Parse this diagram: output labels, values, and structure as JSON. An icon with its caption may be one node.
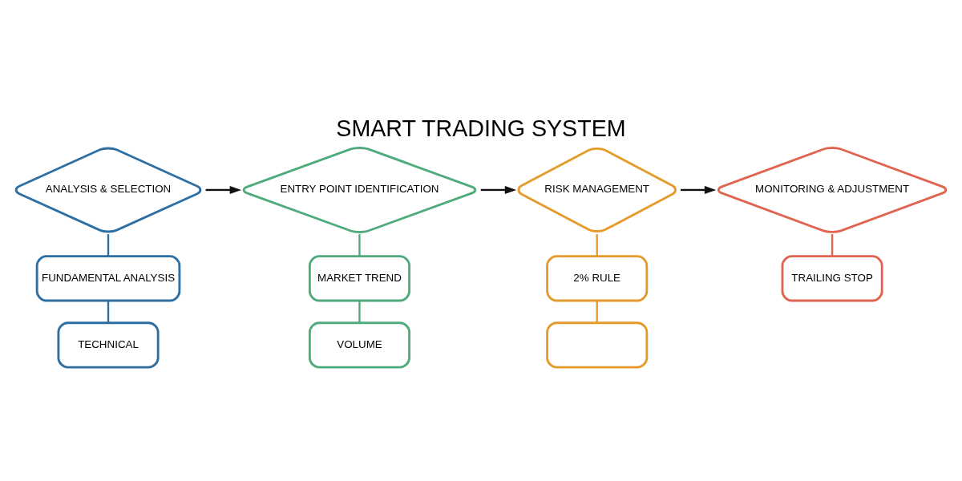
{
  "diagram": {
    "title": "SMART TRADING SYSTEM",
    "nodes": [
      {
        "text": [
          "ANALYSIS & SELECTION"
        ]
      },
      {
        "text": [
          "ENTRY POINT IDENTIFICATION"
        ]
      },
      {
        "text": [
          "RISK MANAGEMENT"
        ]
      },
      {
        "text": [
          "MONITORING & ADJUSTMENT"
        ]
      },
      {
        "text": [
          "FUNDAMENTAL ANALYSIS"
        ]
      },
      {
        "text": [
          "MARKET TREND"
        ]
      },
      {
        "text": [
          "2% RULE"
        ]
      },
      {
        "text": [
          "TRAILING STOP"
        ]
      },
      {
        "text": [
          "TECHNICAL"
        ]
      },
      {
        "text": [
          "VOLUME"
        ]
      },
      {
        "text": [],
        "shape": "box"
      }
    ],
    "edges": [
      {
        "from": 0,
        "to": 1,
        "arrow": "to"
      },
      {
        "from": 1,
        "to": 2,
        "arrow": "to"
      },
      {
        "from": 2,
        "to": 3,
        "arrow": "to"
      },
      {
        "from": 0,
        "to": 4,
        "arrow": "none",
        "color": "#2e6fa3"
      },
      {
        "from": 1,
        "to": 5,
        "arrow": "none",
        "color": "#4faa7c"
      },
      {
        "from": 2,
        "to": 6,
        "arrow": "none",
        "color": "#e59a2c"
      },
      {
        "from": 3,
        "to": 7,
        "arrow": "none",
        "color": "#e0644f"
      },
      {
        "from": 4,
        "to": 8,
        "arrow": "none",
        "color": "#2e6fa3"
      },
      {
        "from": 5,
        "to": 9,
        "arrow": "none",
        "color": "#4faa7c"
      },
      {
        "from": 6,
        "to": 10,
        "arrow": "none",
        "color": "#e59a2c"
      }
    ]
  }
}
